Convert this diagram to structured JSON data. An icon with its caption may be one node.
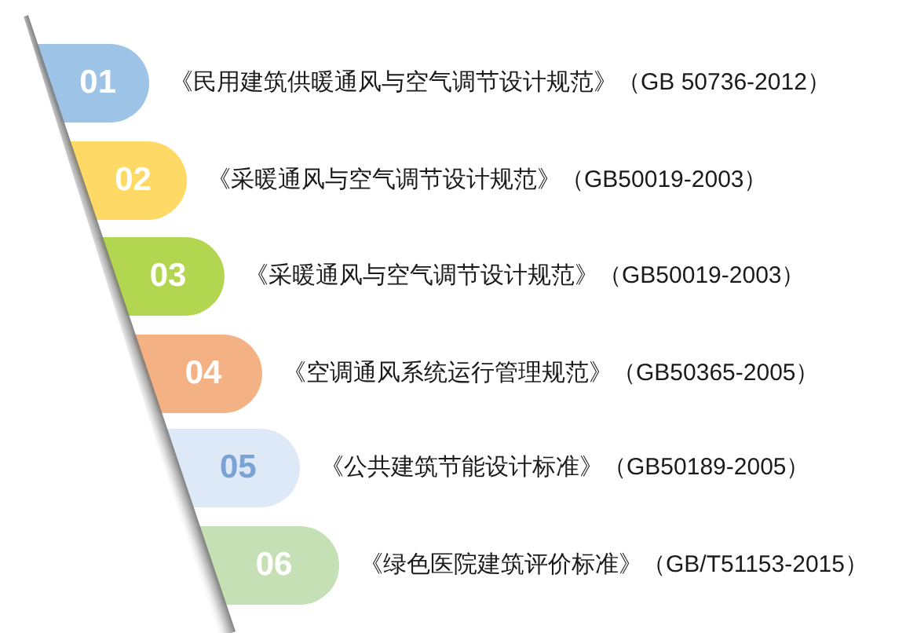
{
  "diagram": {
    "nodes": [
      {
        "text": [
          "01"
        ],
        "beside": [
          "《民用建筑供暖通风与空气调节设计规范》（GB 50736-2012）"
        ]
      },
      {
        "text": [
          "02"
        ],
        "beside": [
          "《采暖通风与空气调节设计规范》（GB50019-2003）"
        ]
      },
      {
        "text": [
          "03"
        ],
        "beside": [
          "《采暖通风与空气调节设计规范》（GB50019-2003）"
        ]
      },
      {
        "text": [
          "04"
        ],
        "beside": [
          "《空调通风系统运行管理规范》（GB50365-2005）"
        ]
      },
      {
        "text": [
          "05"
        ],
        "beside": [
          "《公共建筑节能设计标准》（GB50189-2005）"
        ]
      },
      {
        "text": [
          "06"
        ],
        "beside": [
          "《绿色医院建筑评价标准》（GB/T51153-2015）"
        ]
      }
    ]
  }
}
